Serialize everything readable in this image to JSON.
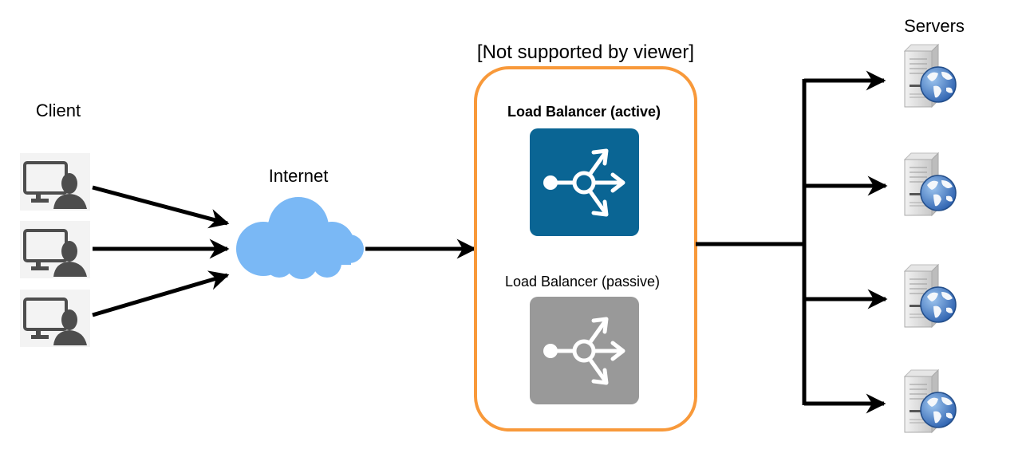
{
  "labels": {
    "client": "Client",
    "internet": "Internet",
    "not_supported": "[Not supported by viewer]",
    "lb_active": "Load Balancer (active)",
    "lb_passive": "Load Balancer (passive)",
    "servers": "Servers"
  },
  "nodes": {
    "clients": [
      {
        "id": "client-1"
      },
      {
        "id": "client-2"
      },
      {
        "id": "client-3"
      }
    ],
    "servers": [
      {
        "id": "server-1"
      },
      {
        "id": "server-2"
      },
      {
        "id": "server-3"
      },
      {
        "id": "server-4"
      }
    ]
  },
  "edges": [
    {
      "from": "client-1",
      "to": "internet"
    },
    {
      "from": "client-2",
      "to": "internet"
    },
    {
      "from": "client-3",
      "to": "internet"
    },
    {
      "from": "internet",
      "to": "load-balancer-group"
    },
    {
      "from": "load-balancer-group",
      "to": "server-1"
    },
    {
      "from": "load-balancer-group",
      "to": "server-2"
    },
    {
      "from": "load-balancer-group",
      "to": "server-3"
    },
    {
      "from": "load-balancer-group",
      "to": "server-4"
    }
  ],
  "colors": {
    "group_border": "#F8993A",
    "lb_active": "#0A6594",
    "lb_passive": "#999999",
    "cloud": "#7AB8F5",
    "client_icon": "#4D4D4D",
    "arrow": "#000000"
  }
}
